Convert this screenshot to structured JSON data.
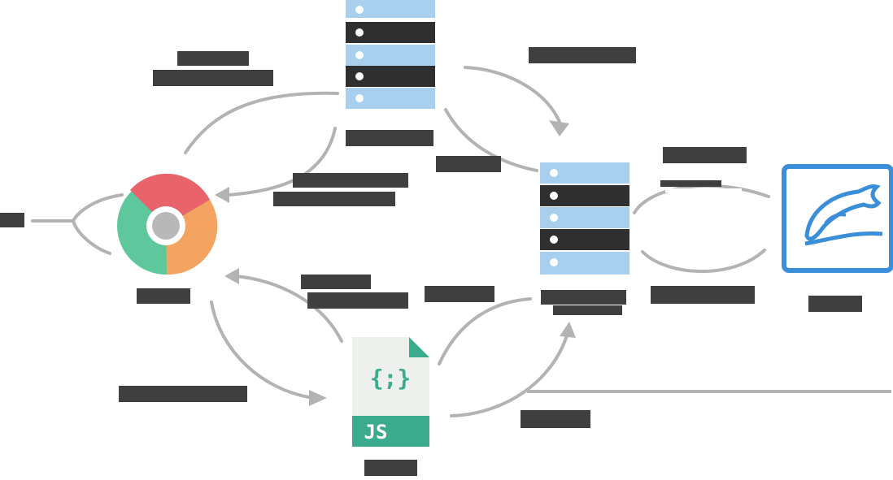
{
  "diagram": {
    "nodes": [
      {
        "id": "web-server",
        "icon": "server-stack-icon"
      },
      {
        "id": "app-server",
        "icon": "server-stack-icon"
      },
      {
        "id": "browser",
        "icon": "chrome-browser-icon"
      },
      {
        "id": "js-file",
        "icon": "javascript-file-icon",
        "file_badge": "JS",
        "braces": "{;}"
      },
      {
        "id": "database",
        "icon": "mysql-dolphin-icon"
      }
    ],
    "colors": {
      "server_light": "#a8cfee",
      "server_dark": "#2f2f2f",
      "arrow": "#b3b3b3",
      "label_redaction": "#3f3f3f",
      "chrome_red": "#e8636a",
      "chrome_green": "#5ec79c",
      "chrome_orange": "#f4a460",
      "chrome_center": "#b8b8b8",
      "js_paper": "#eef0ee",
      "js_green": "#3aab8c",
      "db_blue": "#3b8ed8"
    }
  }
}
